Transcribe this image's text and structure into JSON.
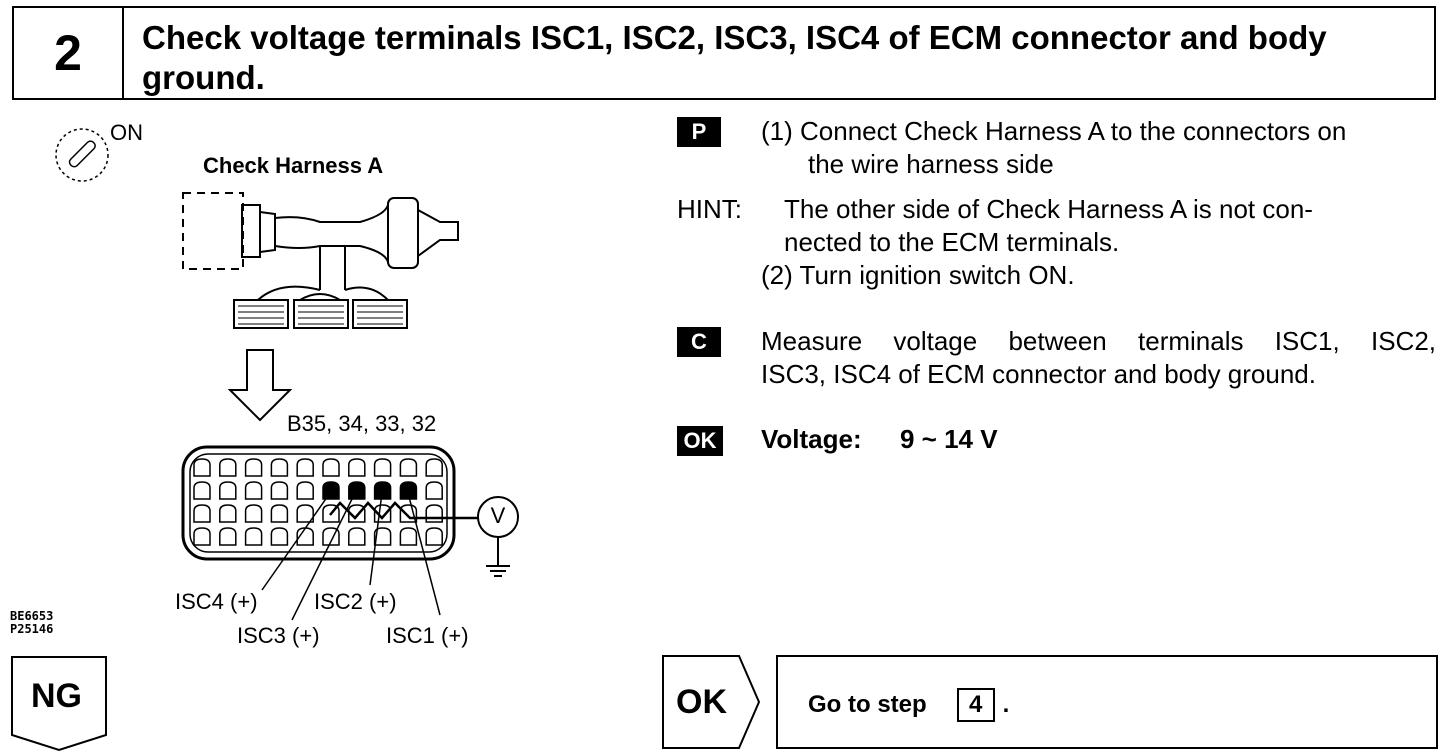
{
  "header": {
    "step_number": "2",
    "title": "Check voltage terminals ISC1, ISC2, ISC3, ISC4 of ECM connector and body ground."
  },
  "diagram": {
    "ignition_label": "ON",
    "harness_label": "Check Harness A",
    "connector_label": "B35, 34, 33, 32",
    "meter_symbol": "V",
    "pins": {
      "isc4": "ISC4 (+)",
      "isc2": "ISC2 (+)",
      "isc3": "ISC3 (+)",
      "isc1": "ISC1 (+)"
    },
    "figure_codes": [
      "BE6653",
      "P25146"
    ]
  },
  "instructions": {
    "prep_badge": "P",
    "prep_step1_line1": "(1) Connect Check Harness A to the connectors on",
    "prep_step1_line2": "the wire harness side",
    "hint_label": "HINT:",
    "hint_line1": "The other side of Check Harness A is not con-",
    "hint_line2": "nected to the ECM terminals.",
    "prep_step2": "(2) Turn ignition switch ON.",
    "check_badge": "C",
    "check_line1": "Measure voltage between terminals ISC1, ISC2,",
    "check_line2": "ISC3, ISC4 of ECM connector and body ground.",
    "ok_badge": "OK",
    "ok_label": "Voltage:",
    "ok_value": "9 ~ 14 V"
  },
  "results": {
    "ng_label": "NG",
    "ok_label": "OK",
    "goto_text": "Go to step",
    "goto_step": "4",
    "goto_suffix": "."
  }
}
